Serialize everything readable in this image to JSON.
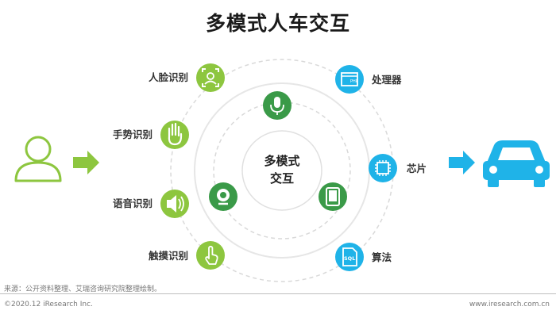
{
  "title": "多模式人车交互",
  "center": {
    "line1": "多模式",
    "line2": "交互"
  },
  "left_items": [
    {
      "label": "人脸识别",
      "icon": "face-recognition-icon"
    },
    {
      "label": "手势识别",
      "icon": "hand-gesture-icon"
    },
    {
      "label": "语音识别",
      "icon": "speaker-icon"
    },
    {
      "label": "触摸识别",
      "icon": "touch-icon"
    }
  ],
  "right_items": [
    {
      "label": "处理器",
      "icon": "processor-window-icon"
    },
    {
      "label": "芯片",
      "icon": "chip-icon"
    },
    {
      "label": "算法",
      "icon": "sql-file-icon"
    }
  ],
  "inner_icons": [
    "microphone-icon",
    "camera-icon",
    "tablet-icon"
  ],
  "colors": {
    "green": "#8dc63f",
    "dark_green": "#3a9a48",
    "blue": "#1fb3e8",
    "arrow_green": "#8dc63f",
    "arrow_blue": "#1fb3e8"
  },
  "footer": {
    "source": "来源：公开资料整理、艾瑞咨询研究院整理绘制。",
    "copyright": "©2020.12 iResearch Inc.",
    "site": "www.iresearch.com.cn"
  }
}
